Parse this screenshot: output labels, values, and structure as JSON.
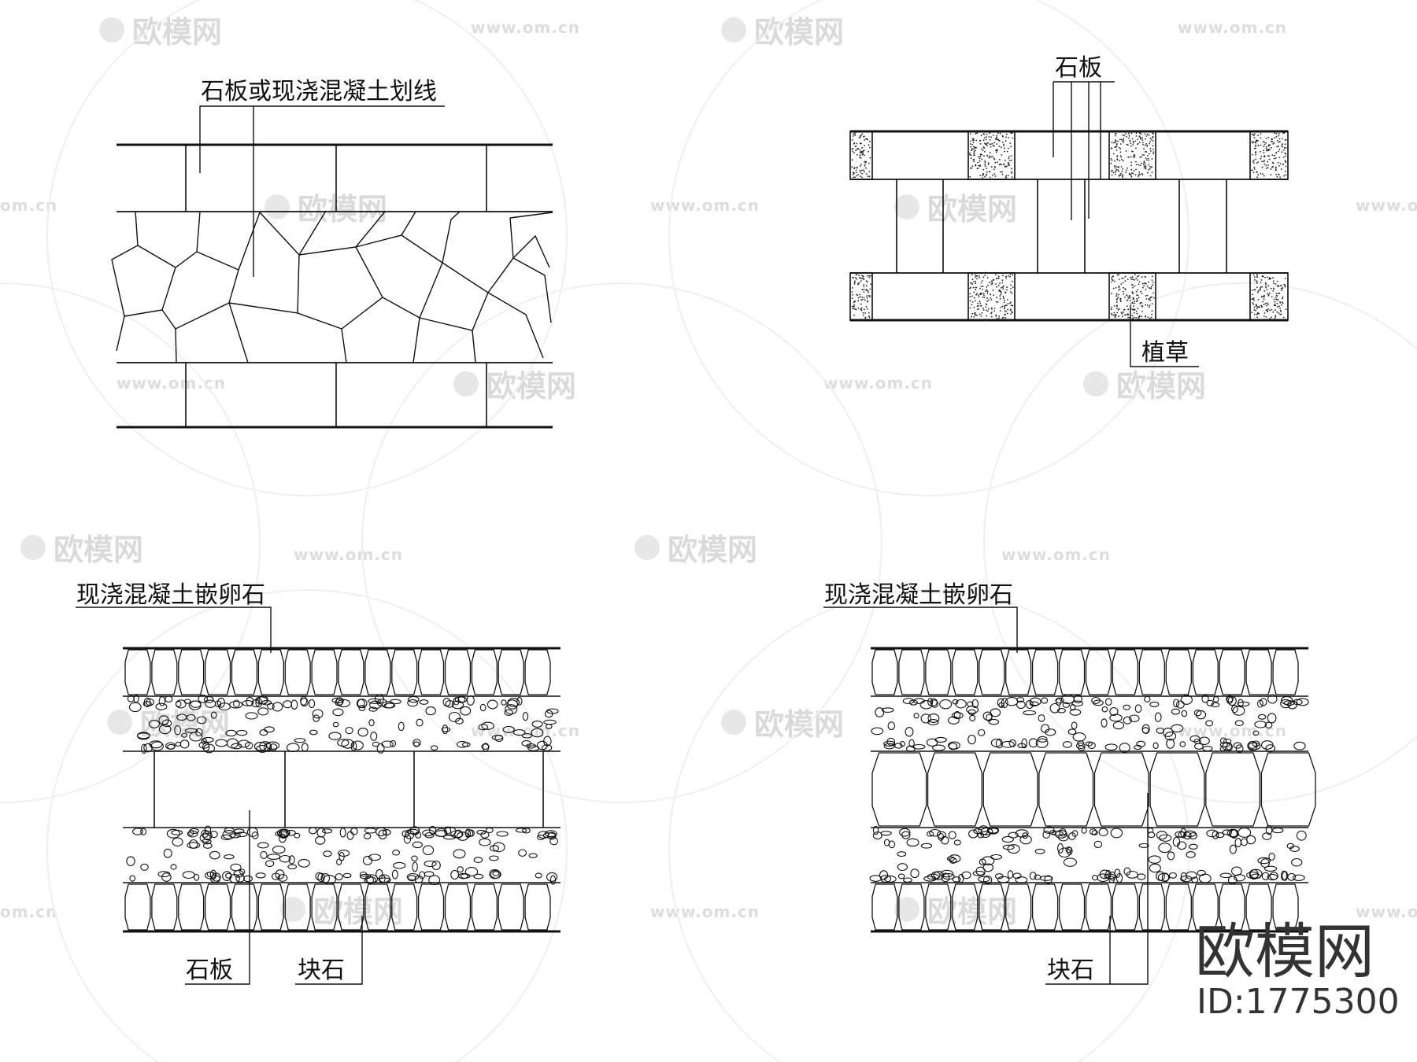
{
  "watermark": {
    "text": "欧模网",
    "url": "www.om.cn",
    "url_short": "om.cn"
  },
  "brand": {
    "logo_text": "欧模网",
    "id_text": "ID:1775300"
  },
  "diagrams": {
    "top_left": {
      "label_slab_or_concrete": "石板或现浇混凝土划线"
    },
    "top_right": {
      "label_slab": "石板",
      "label_grass": "植草"
    },
    "bottom_left": {
      "label_concrete_pebble": "现浇混凝土嵌卵石",
      "label_slab": "石板",
      "label_block_stone": "块石"
    },
    "bottom_right": {
      "label_concrete_pebble": "现浇混凝土嵌卵石",
      "label_block_stone": "块石"
    }
  }
}
